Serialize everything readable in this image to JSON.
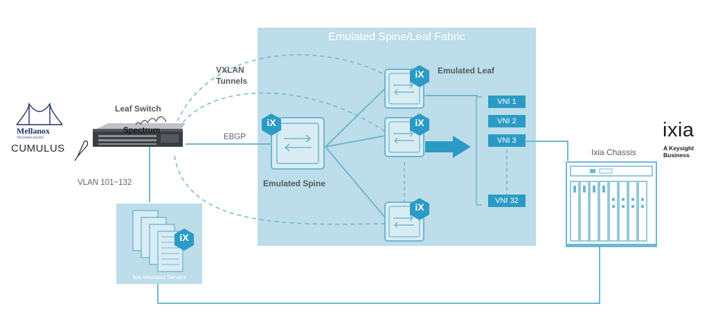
{
  "fabric": {
    "title": "Emulated Spine/Leaf Fabric"
  },
  "labels": {
    "vxlan_line1": "VXLAN",
    "vxlan_line2": "Tunnels",
    "leaf_switch": "Leaf Switch",
    "spectrum": "Spectrum",
    "ebgp": "EBGP",
    "emulated_spine": "Emulated Spine",
    "emulated_leaf": "Emulated Leaf",
    "vlan": "VLAN 101~132",
    "ixia_chassis": "Ixia Chassis",
    "servers": "Ixia emulated Servers"
  },
  "vnis": [
    "VNI 1",
    "VNI 2",
    "VNI 3",
    "VNI 32"
  ],
  "brands": {
    "mellanox": "Mellanox",
    "mellanox_sub": "TECHNOLOGIES",
    "cumulus": "CUMULUS",
    "ixia": "ixia",
    "ixia_sub_line1": "A Keysight",
    "ixia_sub_line2": "Business"
  },
  "badge_text": "iX",
  "colors": {
    "fabric_bg": "#bcdde9",
    "line": "#6fb6d1",
    "badge": "#2b9bc6",
    "vni": "#2b9bc6"
  },
  "icons": [
    "ixia-badge-icon",
    "switch-icon",
    "server-icon",
    "chassis-icon",
    "mellanox-bridge-icon",
    "cumulus-feather-icon",
    "arrow-right-icon"
  ]
}
